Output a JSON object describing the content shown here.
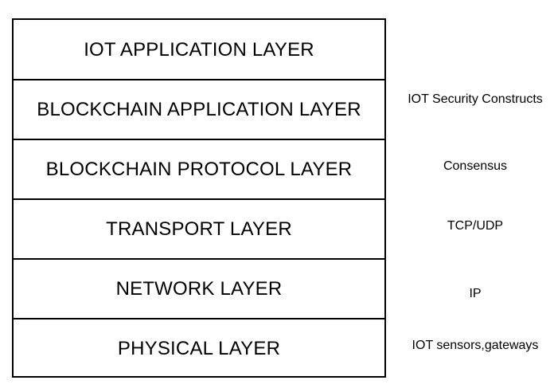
{
  "diagram": {
    "layers": [
      {
        "label": "IOT APPLICATION LAYER"
      },
      {
        "label": "BLOCKCHAIN APPLICATION LAYER"
      },
      {
        "label": "BLOCKCHAIN PROTOCOL LAYER"
      },
      {
        "label": "TRANSPORT LAYER"
      },
      {
        "label": "NETWORK LAYER"
      },
      {
        "label": "PHYSICAL LAYER"
      }
    ],
    "annotations": [
      {
        "text": "IOT Security Constructs"
      },
      {
        "text": "Consensus"
      },
      {
        "text": "TCP/UDP"
      },
      {
        "text": "IP"
      },
      {
        "text": "IOT sensors,gateways"
      }
    ]
  }
}
